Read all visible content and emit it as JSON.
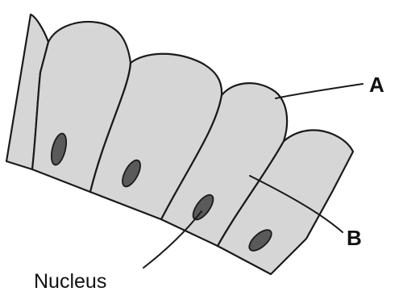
{
  "diagram": {
    "labels": {
      "a": "A",
      "b": "B",
      "nucleus": "Nucleus"
    }
  },
  "colors": {
    "cell_fill": "#d6d6d6",
    "nucleus_fill": "#5a5a5a",
    "outline": "#1a1a1a"
  }
}
